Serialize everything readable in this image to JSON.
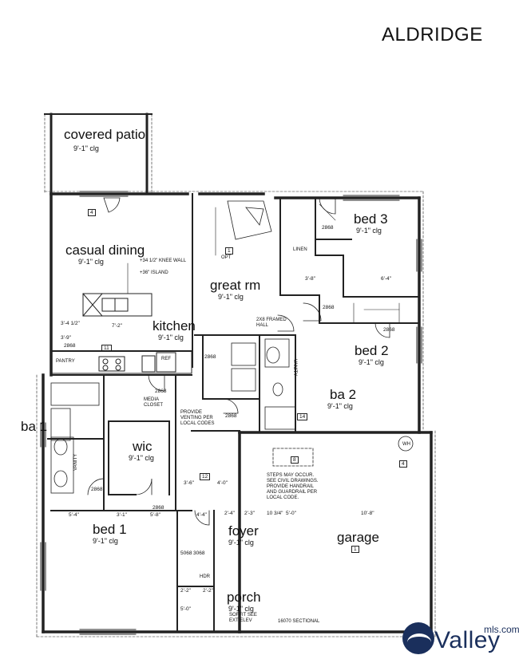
{
  "title": "ALDRIDGE",
  "rooms": [
    {
      "key": "covered_patio",
      "name": "covered patio",
      "clg": "9'-1\" clg"
    },
    {
      "key": "casual_dining",
      "name": "casual dining",
      "clg": "9'-1\" clg"
    },
    {
      "key": "kitchen",
      "name": "kitchen",
      "clg": "9'-1\" clg"
    },
    {
      "key": "great_rm",
      "name": "great rm",
      "clg": "9'-1\" clg"
    },
    {
      "key": "bed3",
      "name": "bed 3",
      "clg": "9'-1\" clg"
    },
    {
      "key": "bed2",
      "name": "bed 2",
      "clg": "9'-1\" clg"
    },
    {
      "key": "ba2",
      "name": "ba 2",
      "clg": "9'-1\" clg"
    },
    {
      "key": "ba1",
      "name": "ba 1",
      "clg": ""
    },
    {
      "key": "wic",
      "name": "wic",
      "clg": "9'-1\" clg"
    },
    {
      "key": "bed1",
      "name": "bed 1",
      "clg": "9'-1\" clg"
    },
    {
      "key": "foyer",
      "name": "foyer",
      "clg": "9'-1\" clg"
    },
    {
      "key": "garage",
      "name": "garage",
      "clg": ""
    },
    {
      "key": "porch",
      "name": "porch",
      "clg": "9'-1\" clg"
    }
  ],
  "notes": {
    "knee_wall": "+34 1/2\" KNEE WALL",
    "island": "+36\" ISLAND",
    "framed_hall": "2x8 FRAMED HALL",
    "media_closet": "MEDIA CLOSET",
    "provide_venting": "PROVIDE VENTING PER LOCAL CODES",
    "steps": "STEPS MAY OCCUR. SEE CIVIL DRAWINGS. PROVIDE HANDRAIL AND GUARDRAIL PER LOCAL CODE.",
    "soffit": "SOFFIT SEE EXT ELEV",
    "sectional": "16070 SECTIONAL",
    "pantry": "PANTRY",
    "vanity": "VANITY",
    "linen": "LINEN",
    "ref": "REF",
    "hdr": "HDR",
    "wh": "WH",
    "opt": "OPT"
  },
  "dims": [
    "3'-4 1/2\"",
    "7'-2\"",
    "5'-4\"",
    "3'-1\"",
    "4'-4\"",
    "2'-4\"",
    "2'-3\"",
    "10 3/4\"",
    "5'-0\"",
    "10'-8\"",
    "6'-4\"",
    "3'-8\"",
    "2'-2\"",
    "2'-2\"",
    "5'-0\"",
    "5'-8\"",
    "3'-6\"",
    "4'-0\"",
    "3'-9\""
  ],
  "door_codes": [
    "2868",
    "2868",
    "2868",
    "2868",
    "2868",
    "2868",
    "2868",
    "2868",
    "2868",
    "5068",
    "3068"
  ],
  "tags": {
    "window": "4",
    "one": "1",
    "eleven": "11",
    "twelve": "12",
    "fourteen": "14",
    "eight": "8"
  },
  "brand": {
    "word": "Valley",
    "site": "mls.com",
    "color": "#1a2f5c"
  }
}
